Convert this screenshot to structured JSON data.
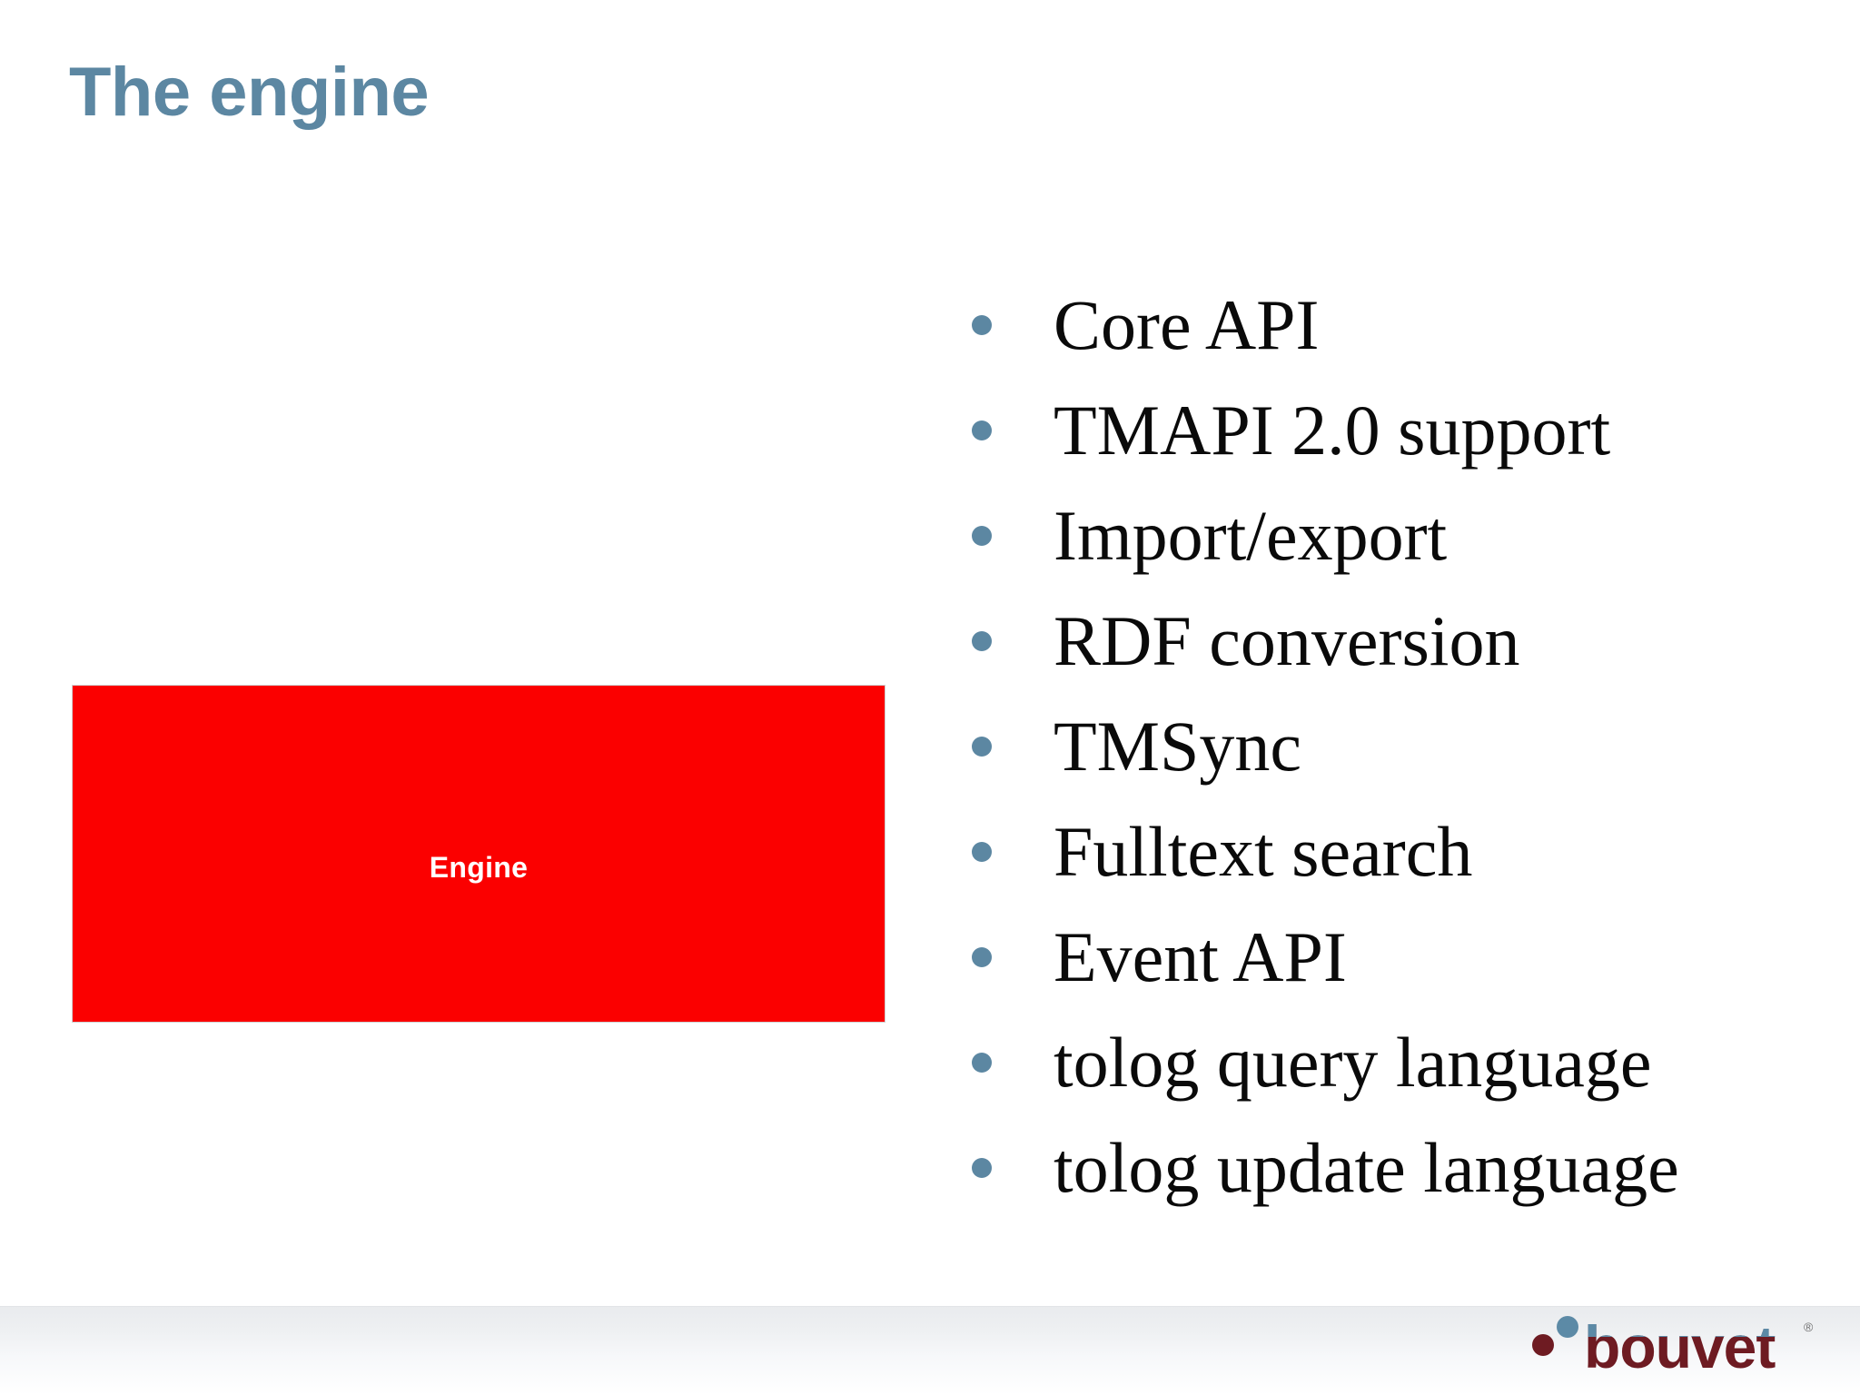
{
  "slide": {
    "title": "The engine",
    "background_color": "#ffffff",
    "accent_color": "#5c87a2",
    "bullet_color": "#5c87a2",
    "body_text_color": "#0a0a0a"
  },
  "diagram": {
    "engine_box": {
      "label": "Engine",
      "fill_color": "#fb0000",
      "label_color": "#ffffff"
    }
  },
  "features": {
    "items": [
      {
        "label": "Core API"
      },
      {
        "label": "TMAPI 2.0 support"
      },
      {
        "label": "Import/export"
      },
      {
        "label": "RDF conversion"
      },
      {
        "label": "TMSync"
      },
      {
        "label": "Fulltext search"
      },
      {
        "label": "Event API"
      },
      {
        "label": "tolog query language"
      },
      {
        "label": "tolog update language"
      }
    ]
  },
  "footer": {
    "logo": {
      "wordmark": "bouvet",
      "registered_mark": "®",
      "top_color": "#5c8aa6",
      "bottom_color": "#6e1b22",
      "dot_blue_color": "#5c8aa6",
      "dot_maroon_color": "#6e1b22"
    }
  }
}
